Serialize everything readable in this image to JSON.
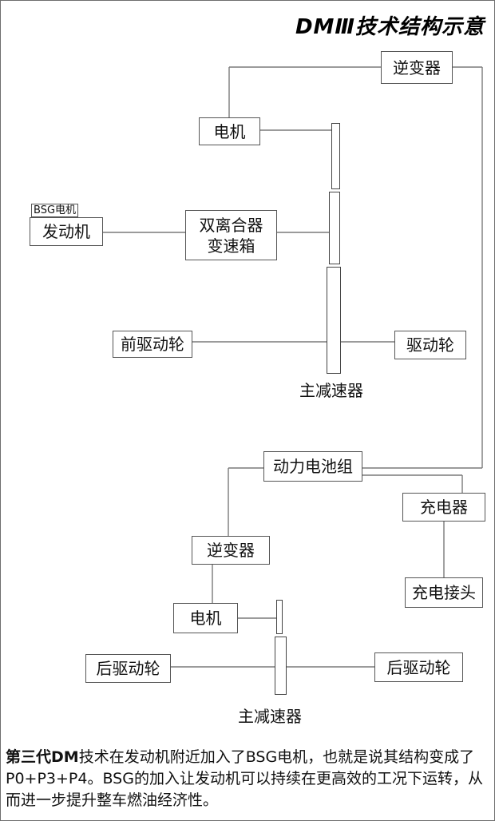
{
  "title": "DMⅢ技术结构示意",
  "top": {
    "inverter": "逆变器",
    "motor": "电机",
    "bsg_tag": "BSG电机",
    "engine": "发动机",
    "dct_line1": "双离合器",
    "dct_line2": "变速箱",
    "front_wheel": "前驱动轮",
    "wheel_right": "驱动轮",
    "reducer": "主减速器"
  },
  "middle": {
    "battery": "动力电池组",
    "charger": "充电器",
    "charge_port": "充电接头"
  },
  "bottom": {
    "inverter": "逆变器",
    "motor": "电机",
    "rear_left": "后驱动轮",
    "rear_right": "后驱动轮",
    "reducer": "主减速器"
  },
  "caption": {
    "bold": "第三代DM",
    "text": "技术在发动机附近加入了BSG电机，也就是说其结构变成了P0+P3+P4。BSG的加入让发动机可以持续在更高效的工况下运转，从而进一步提升整车燃油经济性。"
  }
}
